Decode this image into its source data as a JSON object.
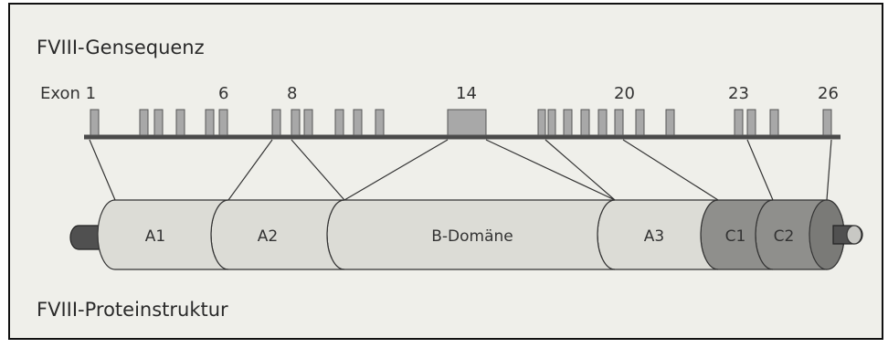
{
  "gene": {
    "title": "FVIII-Gensequenz",
    "exon_labels": [
      "Exon 1",
      "6",
      "8",
      "14",
      "20",
      "23",
      "26"
    ]
  },
  "protein": {
    "title": "FVIII-Proteinstruktur",
    "domains": [
      "A1",
      "A2",
      "B-Domäne",
      "A3",
      "C1",
      "C2"
    ]
  },
  "colors": {
    "background": "#efefea",
    "exon": "#a8a8a8",
    "gene_line": "#4a4a4a",
    "domain_light": "#dcdcd6",
    "domain_dark": "#8f8f8c",
    "terminus": "#505050"
  }
}
